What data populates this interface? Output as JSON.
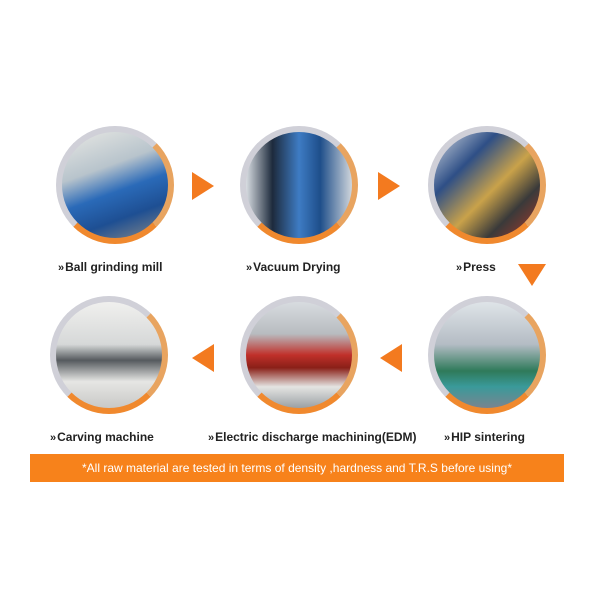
{
  "steps": [
    {
      "label": "Ball grinding mill",
      "color": "#2a6ab8"
    },
    {
      "label": "Vacuum Drying",
      "color": "#1e4e8a"
    },
    {
      "label": "Press",
      "color": "#3a5f9a"
    },
    {
      "label": "HIP sintering",
      "color": "#8aa0b4"
    },
    {
      "label": "Electric discharge machining(EDM)",
      "color": "#c0302a"
    },
    {
      "label": "Carving machine",
      "color": "#d8dadc"
    }
  ],
  "chevron": "»",
  "banner": {
    "text": "*All raw material are tested in terms of density ,hardness and T.R.S before using*",
    "color": "#f7821b"
  },
  "accent_color": "#f37a1f"
}
